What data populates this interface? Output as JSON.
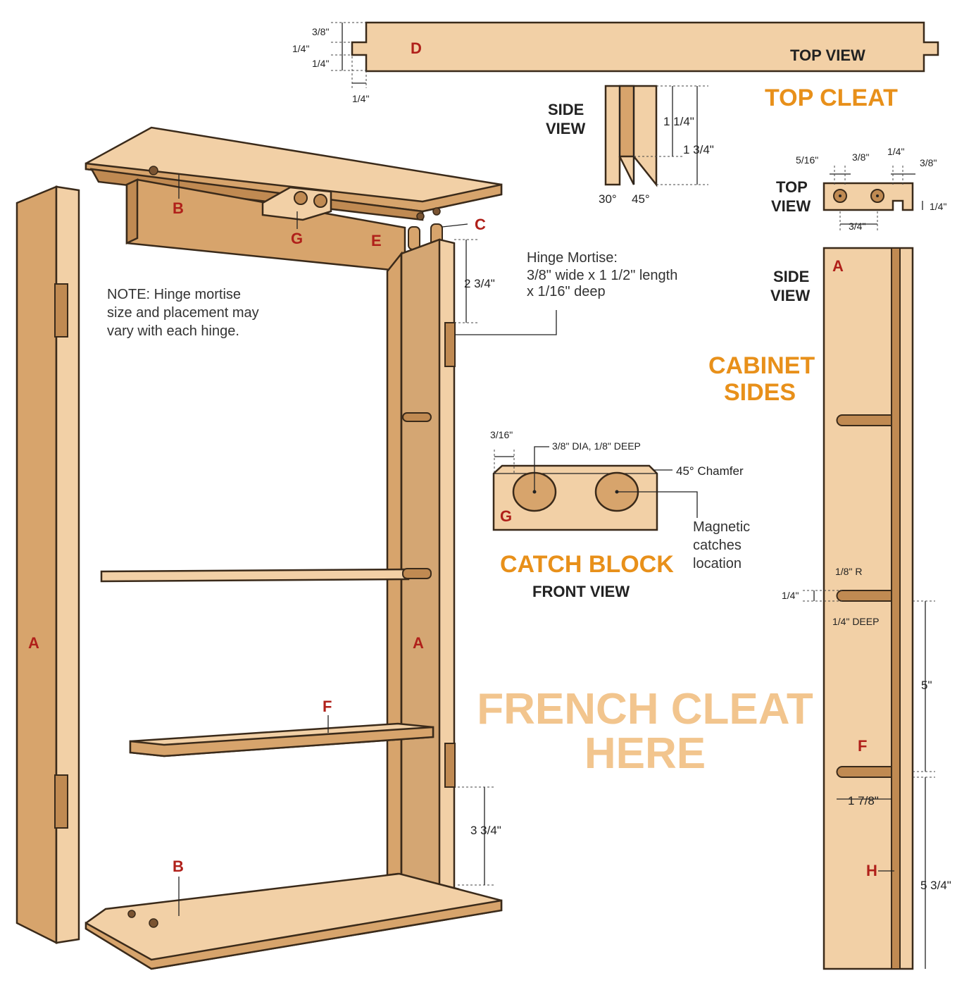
{
  "top_cleat": {
    "title": "TOP CLEAT",
    "top_view_label": "TOP VIEW",
    "side_view_label_1": "SIDE",
    "side_view_label_2": "VIEW",
    "part_d": "D",
    "dim_3_8": "3/8\"",
    "dim_1_4_a": "1/4\"",
    "dim_1_4_b": "1/4\"",
    "dim_1_4_c": "1/4\"",
    "dim_1_1_4": "1 1/4\"",
    "dim_1_3_4": "1 3/4\"",
    "angle_30": "30°",
    "angle_45": "45°"
  },
  "cabinet_sides": {
    "title_1": "CABINET",
    "title_2": "SIDES",
    "top_view_1": "TOP",
    "top_view_2": "VIEW",
    "side_view_1": "SIDE",
    "side_view_2": "VIEW",
    "part_a": "A",
    "part_f": "F",
    "part_h": "H",
    "dim_5_16": "5/16\"",
    "dim_3_8_a": "3/8\"",
    "dim_1_4_top": "1/4\"",
    "dim_3_8_b": "3/8\"",
    "dim_1_4_right": "1/4\"",
    "dim_3_4": "3/4\"",
    "dim_1_8_r": "1/8\" R",
    "dim_1_4_slot": "1/4\"",
    "dim_1_4_deep": "1/4\" DEEP",
    "dim_5": "5\"",
    "dim_1_7_8": "1 7/8\"",
    "dim_5_3_4": "5 3/4\""
  },
  "catch_block": {
    "title": "CATCH BLOCK",
    "subtitle": "FRONT VIEW",
    "part_g": "G",
    "dim_3_16": "3/16\"",
    "hole_spec": "3/8\" DIA, 1/8\" DEEP",
    "chamfer": "45° Chamfer",
    "magnet_1": "Magnetic",
    "magnet_2": "catches",
    "magnet_3": "location"
  },
  "assembly": {
    "part_a_left": "A",
    "part_a_right": "A",
    "part_b_top": "B",
    "part_b_bottom": "B",
    "part_c": "C",
    "part_e": "E",
    "part_f": "F",
    "part_g": "G",
    "dim_2_3_4": "2 3/4\"",
    "dim_3_3_4": "3 3/4\"",
    "hinge_1": "Hinge Mortise:",
    "hinge_2": "3/8\" wide x 1 1/2\" length",
    "hinge_3": "x 1/16\" deep",
    "note_1": "NOTE: Hinge mortise",
    "note_2": "size and placement may",
    "note_3": "vary with each hinge."
  },
  "french_cleat": {
    "line_1": "FRENCH CLEAT",
    "line_2": "HERE"
  }
}
